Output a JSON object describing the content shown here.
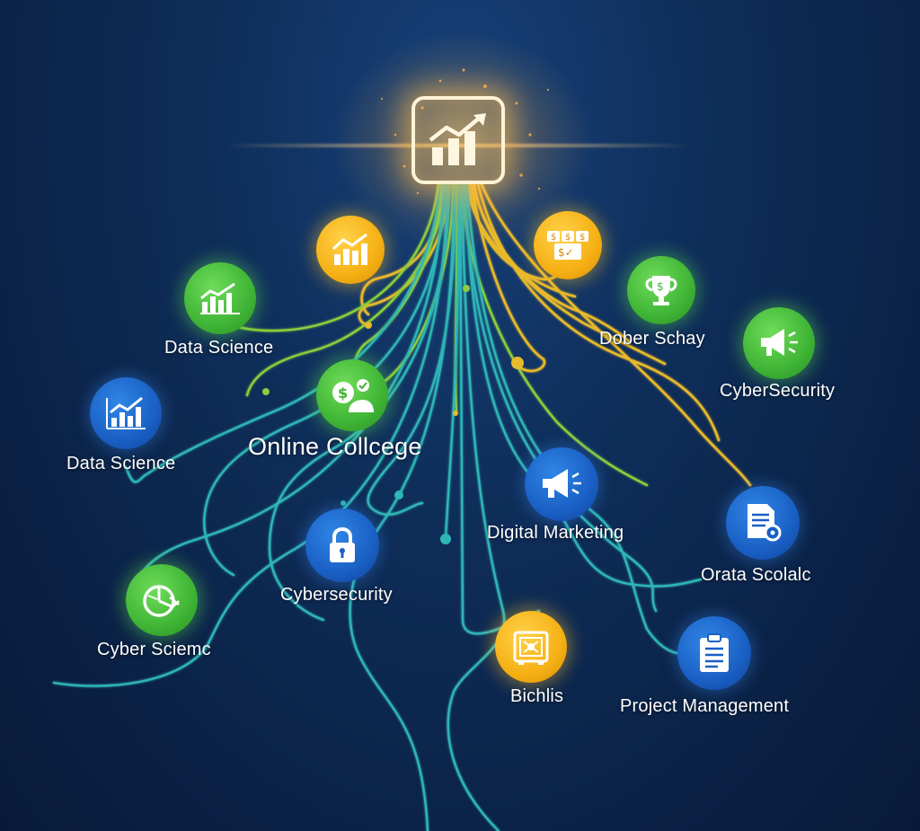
{
  "colors": {
    "background": "#0b2348",
    "hub_glow": "#ffc25a",
    "line_gold": "#e8b92a",
    "line_green": "#8ccf3a",
    "line_teal": "#2fb6b6",
    "node_green": "#3fb435",
    "node_yellow": "#f5b014",
    "node_blue": "#1a5fc4"
  },
  "hub": {
    "icon": "growth-chart-icon"
  },
  "nodes": {
    "growth_chart": {
      "icon": "growth-chart-icon",
      "color": "yellow"
    },
    "money_cards": {
      "icon": "money-cards-icon",
      "color": "yellow"
    },
    "data_science_1": {
      "icon": "bar-chart-icon",
      "color": "green",
      "label": "Data Science"
    },
    "trophy": {
      "icon": "trophy-icon",
      "color": "green",
      "label": "Dober Schay"
    },
    "megaphone_green": {
      "icon": "megaphone-icon",
      "color": "green",
      "label": "CyberSecurity"
    },
    "online_college": {
      "icon": "money-chat-icon",
      "color": "green",
      "label": "Online Collcege"
    },
    "data_science_2": {
      "icon": "bar-chart-icon",
      "color": "blue",
      "label": "Data Science"
    },
    "digital_marketing": {
      "icon": "megaphone-icon",
      "color": "blue",
      "label": "Digital Marketing"
    },
    "orata": {
      "icon": "document-gear-icon",
      "color": "blue",
      "label": "Orata Scolalc"
    },
    "cybersecurity": {
      "icon": "lock-icon",
      "color": "blue",
      "label": "Cybersecurity"
    },
    "cyber_science": {
      "icon": "pie-chart-icon",
      "color": "green",
      "label": "Cyber Sciemc"
    },
    "bichlis": {
      "icon": "safe-icon",
      "color": "yellow",
      "label": "Bichlis"
    },
    "project_management": {
      "icon": "clipboard-icon",
      "color": "blue",
      "label": "Project Management"
    }
  }
}
